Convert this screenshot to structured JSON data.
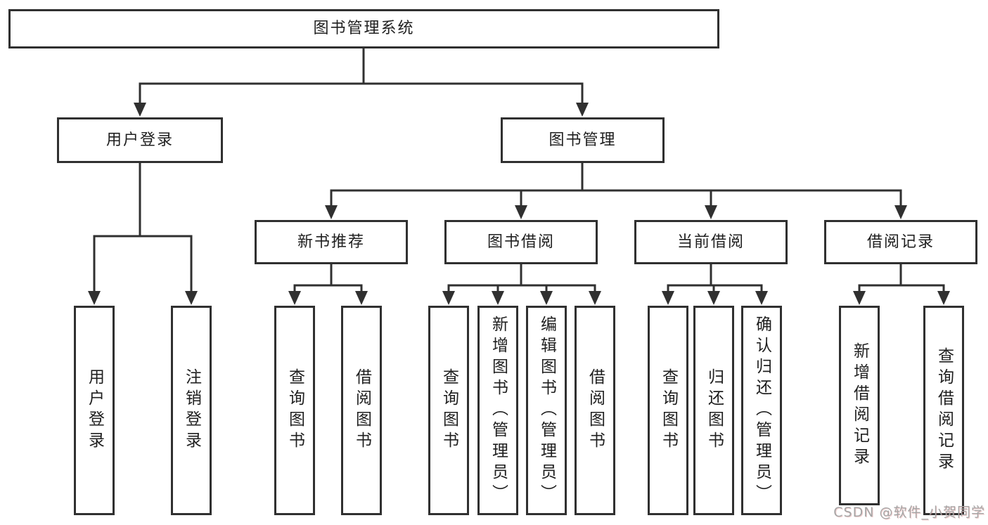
{
  "diagram": {
    "root": {
      "label": "图书管理系统"
    },
    "branches": {
      "user_login": {
        "label": "用户登录",
        "leaves": [
          "用户登录",
          "注销登录"
        ]
      },
      "book_management": {
        "label": "图书管理",
        "sections": {
          "new_book_recommendation": {
            "label": "新书推荐",
            "leaves": [
              "查询图书",
              "借阅图书"
            ]
          },
          "book_borrowing": {
            "label": "图书借阅",
            "leaves": [
              "查询图书",
              "新增图书（管理员）",
              "编辑图书（管理员）",
              "借阅图书"
            ]
          },
          "current_borrowing": {
            "label": "当前借阅",
            "leaves": [
              "查询图书",
              "归还图书",
              "确认归还（管理员）"
            ]
          },
          "borrowing_records": {
            "label": "借阅记录",
            "leaves": [
              "新增借阅记录",
              "查询借阅记录"
            ]
          }
        }
      }
    }
  },
  "watermark": {
    "text": "CSDN @软件_小贺同学"
  },
  "colors": {
    "line": "#303030",
    "text": "#1f1f1f",
    "bg": "#ffffff",
    "watermark": "#a6a6a6"
  }
}
